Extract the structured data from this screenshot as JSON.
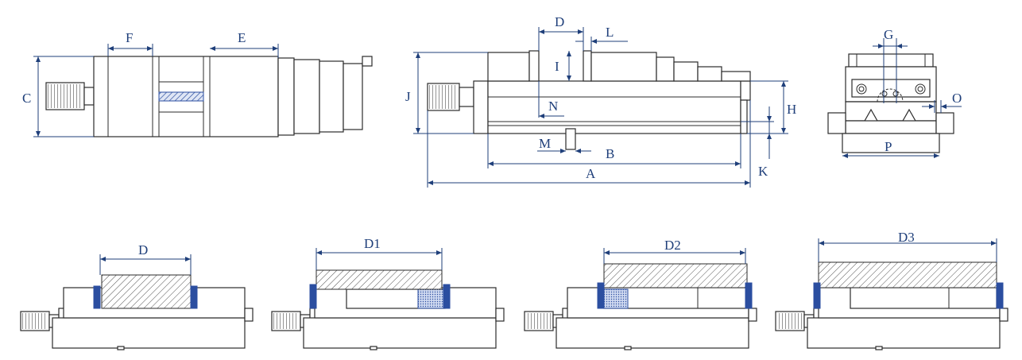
{
  "labels": {
    "top_view": {
      "F": "F",
      "E": "E",
      "C": "C"
    },
    "side_view": {
      "D": "D",
      "L": "L",
      "I": "I",
      "J": "J",
      "N": "N",
      "H": "H",
      "M": "M",
      "B": "B",
      "A": "A",
      "K": "K"
    },
    "end_view": {
      "G": "G",
      "O": "O",
      "P": "P"
    },
    "configs": [
      "D",
      "D1",
      "D2",
      "D3"
    ]
  },
  "colors": {
    "outline": "#2b2b2b",
    "dimension": "#1f3f7a",
    "jaw": "#2b4ea0",
    "hatch": "#555555"
  }
}
